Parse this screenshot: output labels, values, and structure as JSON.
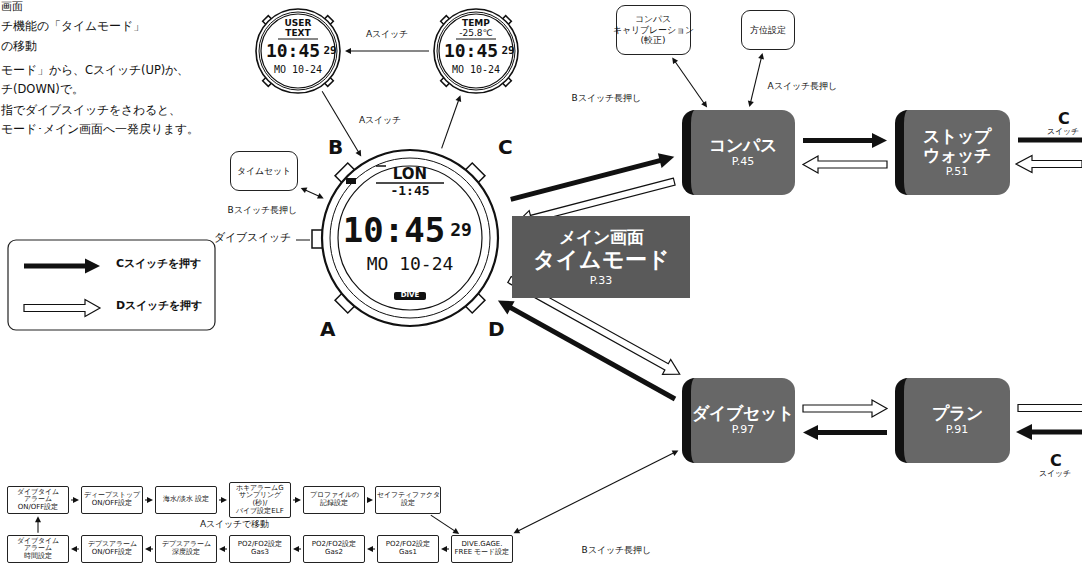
{
  "diagram": {
    "nodes": [
      {
        "text": [
          "タイムセット"
        ]
      },
      {
        "text": [
          "USER TEXT",
          "10:45",
          "29",
          "MO 10-24"
        ]
      },
      {
        "text": [
          "TEMP",
          "-25.8℃",
          "10:45",
          "29",
          "MO 10-24"
        ]
      },
      {
        "text": [
          "LON",
          "-1:45",
          "10:45",
          "29",
          "MO 10-24",
          "DIVE"
        ]
      },
      {
        "text": [
          "メイン画面",
          "タイムモード",
          "P.33"
        ]
      },
      {
        "text": [
          "コンパス キャリブレーション (較正)"
        ]
      },
      {
        "text": [
          "方位設定"
        ]
      },
      {
        "text": [
          "コンパス",
          "P.45"
        ]
      },
      {
        "text": [
          "ストップ ウォッチ",
          "P.51"
        ]
      },
      {
        "text": [
          "ダイブセット",
          "P.97"
        ]
      },
      {
        "text": [
          "プラン",
          "P.91"
        ]
      },
      {
        "text": [
          "ダイブタイム アラーム ON/OFF設定"
        ]
      },
      {
        "text": [
          "ディープストップ ON/OFF設定"
        ]
      },
      {
        "text": [
          "海水/淡水 設定"
        ]
      },
      {
        "text": [
          "ホキアラームG サンプリング(秒)/ バイブ設定ELF"
        ]
      },
      {
        "text": [
          "プロファイルの 記録設定"
        ]
      },
      {
        "text": [
          "セイフティファクタ 設定"
        ]
      },
      {
        "text": [
          "DIVE.GAGE. FREE モード設定"
        ]
      },
      {
        "text": [
          "PO2/FO2設定 Gas1"
        ]
      },
      {
        "text": [
          "PO2/FO2設定 Gas2"
        ]
      },
      {
        "text": [
          "PO2/FO2設定 Gas3"
        ]
      },
      {
        "text": [
          "デプスアラーム 深度設定"
        ]
      },
      {
        "text": [
          "デプスアラーム ON/OFF設定"
        ]
      },
      {
        "text": [
          "ダイブタイム アラーム 時間設定"
        ]
      }
    ],
    "edges": [
      {
        "from": 2,
        "to": 1,
        "arrow": "to",
        "label": "Aスイッチ"
      },
      {
        "from": 1,
        "to": 3,
        "arrow": "to",
        "label": "Aスイッチ"
      },
      {
        "from": 3,
        "to": 2,
        "arrow": "to"
      },
      {
        "from": 3,
        "to": 0,
        "arrow": "both",
        "label": "Bスイッチ長押し"
      },
      {
        "from": 7,
        "to": 5,
        "arrow": "both",
        "label": "Bスイッチ長押し"
      },
      {
        "from": 7,
        "to": 6,
        "arrow": "both",
        "label": "Aスイッチ長押し"
      },
      {
        "from": 7,
        "to": 8,
        "arrow": "to"
      },
      {
        "from": 8,
        "to": 7,
        "arrow": "to"
      },
      {
        "from": 3,
        "to": 7,
        "arrow": "to"
      },
      {
        "from": 7,
        "to": 3,
        "arrow": "to"
      },
      {
        "from": 3,
        "to": 9,
        "arrow": "to"
      },
      {
        "from": 9,
        "to": 3,
        "arrow": "to"
      },
      {
        "from": 9,
        "to": 10,
        "arrow": "to"
      },
      {
        "from": 10,
        "to": 9,
        "arrow": "to"
      },
      {
        "from": 9,
        "to": 17,
        "arrow": "both",
        "label": "Bスイッチ長押し"
      },
      {
        "from": 11,
        "to": 12,
        "arrow": "to"
      },
      {
        "from": 12,
        "to": 13,
        "arrow": "to"
      },
      {
        "from": 13,
        "to": 14,
        "arrow": "to"
      },
      {
        "from": 14,
        "to": 15,
        "arrow": "to"
      },
      {
        "from": 15,
        "to": 16,
        "arrow": "to"
      },
      {
        "from": 16,
        "to": 17,
        "arrow": "to"
      },
      {
        "from": 17,
        "to": 18,
        "arrow": "to"
      },
      {
        "from": 18,
        "to": 19,
        "arrow": "to"
      },
      {
        "from": 19,
        "to": 20,
        "arrow": "to"
      },
      {
        "from": 20,
        "to": 21,
        "arrow": "to"
      },
      {
        "from": 21,
        "to": 22,
        "arrow": "to"
      },
      {
        "from": 22,
        "to": 23,
        "arrow": "to"
      },
      {
        "from": 23,
        "to": 11,
        "arrow": "to"
      }
    ],
    "labels": [
      "画面",
      "チ機能の「タイムモード」",
      "の移動",
      "モード」から、Cスイッチ(UP)か、",
      "チ(DOWN)で。",
      "指でダイブスイッチをさわると、",
      "モード･メイン画面へ一発戻ります。",
      "B",
      "C",
      "A",
      "D",
      "ダイブスイッチ",
      "C",
      "スイッチ",
      "C",
      "スイッチ",
      "Aスイッチで移動"
    ],
    "legend": [
      {
        "text": "Cスイッチを押す"
      },
      {
        "text": "Dスイッチを押す"
      }
    ]
  }
}
